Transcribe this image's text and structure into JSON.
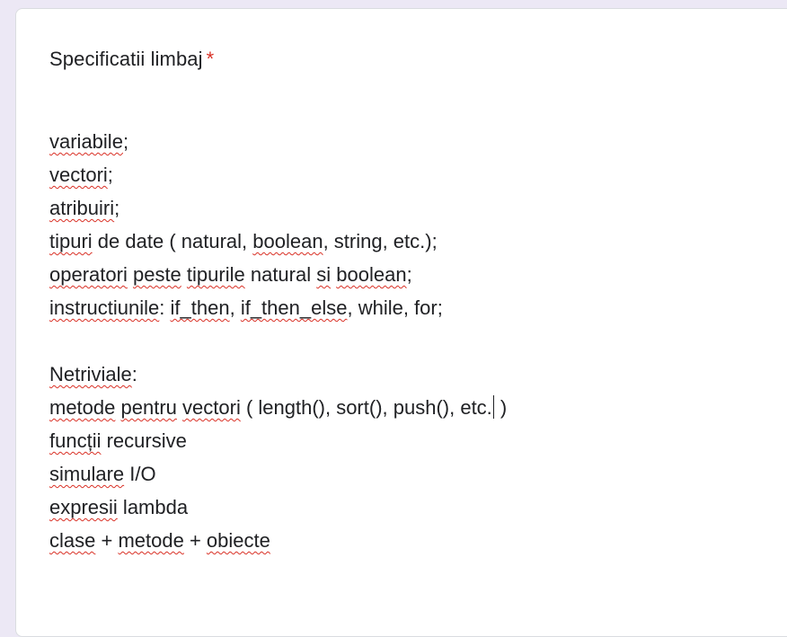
{
  "question": {
    "title": "Specificatii limbaj",
    "required_mark": "*"
  },
  "answer": {
    "lines": [
      [
        {
          "t": "variabile",
          "s": true
        },
        {
          "t": ";",
          "s": false
        }
      ],
      [
        {
          "t": "vectori",
          "s": true
        },
        {
          "t": ";",
          "s": false
        }
      ],
      [
        {
          "t": "atribuiri",
          "s": true
        },
        {
          "t": ";",
          "s": false
        }
      ],
      [
        {
          "t": "tipuri",
          "s": true
        },
        {
          "t": " de date ( natural, ",
          "s": false
        },
        {
          "t": "boolean",
          "s": true
        },
        {
          "t": ", string, etc.);",
          "s": false
        }
      ],
      [
        {
          "t": "operatori",
          "s": true
        },
        {
          "t": " ",
          "s": false
        },
        {
          "t": "peste",
          "s": true
        },
        {
          "t": " ",
          "s": false
        },
        {
          "t": "tipurile",
          "s": true
        },
        {
          "t": " natural ",
          "s": false
        },
        {
          "t": "si",
          "s": true
        },
        {
          "t": " ",
          "s": false
        },
        {
          "t": "boolean",
          "s": true
        },
        {
          "t": ";",
          "s": false
        }
      ],
      [
        {
          "t": "instructiunile",
          "s": true
        },
        {
          "t": ": ",
          "s": false
        },
        {
          "t": "if_then",
          "s": true
        },
        {
          "t": ", ",
          "s": false
        },
        {
          "t": "if_then_else",
          "s": true
        },
        {
          "t": ", while, for;",
          "s": false
        }
      ],
      [],
      [
        {
          "t": "Netriviale",
          "s": true
        },
        {
          "t": ":",
          "s": false
        }
      ],
      [
        {
          "t": "metode",
          "s": true
        },
        {
          "t": " ",
          "s": false
        },
        {
          "t": "pentru",
          "s": true
        },
        {
          "t": " ",
          "s": false
        },
        {
          "t": "vectori",
          "s": true
        },
        {
          "t": " ( length(), sort(), push(), etc.",
          "s": false
        },
        {
          "caret": true
        },
        {
          "t": " )",
          "s": false
        }
      ],
      [
        {
          "t": "funcții",
          "s": true
        },
        {
          "t": " recursive",
          "s": false
        }
      ],
      [
        {
          "t": "simulare",
          "s": true
        },
        {
          "t": " I/O",
          "s": false
        }
      ],
      [
        {
          "t": "expresii",
          "s": true
        },
        {
          "t": " lambda",
          "s": false
        }
      ],
      [
        {
          "t": "clase",
          "s": true
        },
        {
          "t": " + ",
          "s": false
        },
        {
          "t": "metode",
          "s": true
        },
        {
          "t": " + ",
          "s": false
        },
        {
          "t": "obiecte",
          "s": true
        }
      ]
    ]
  },
  "colors": {
    "background": "#ece8f5",
    "card": "#ffffff",
    "text": "#202124",
    "required": "#d93025",
    "spellcheck": "#d93025"
  }
}
